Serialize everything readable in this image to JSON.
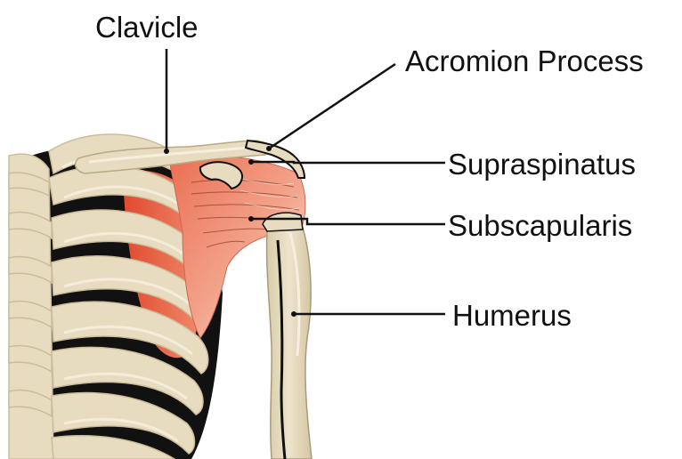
{
  "labels": {
    "clavicle": "Clavicle",
    "acromion": "Acromion Process",
    "supraspinatus": "Supraspinatus",
    "subscapularis": "Subscapularis",
    "humerus": "Humerus"
  },
  "colors": {
    "bone_fill": "#e8dcc0",
    "bone_highlight": "#f4ecda",
    "bone_shadow": "#cbbd9a",
    "outline": "#111111",
    "muscle_light": "#f6c4b0",
    "muscle_mid": "#ef8f74",
    "muscle_deep": "#e35a3c"
  }
}
